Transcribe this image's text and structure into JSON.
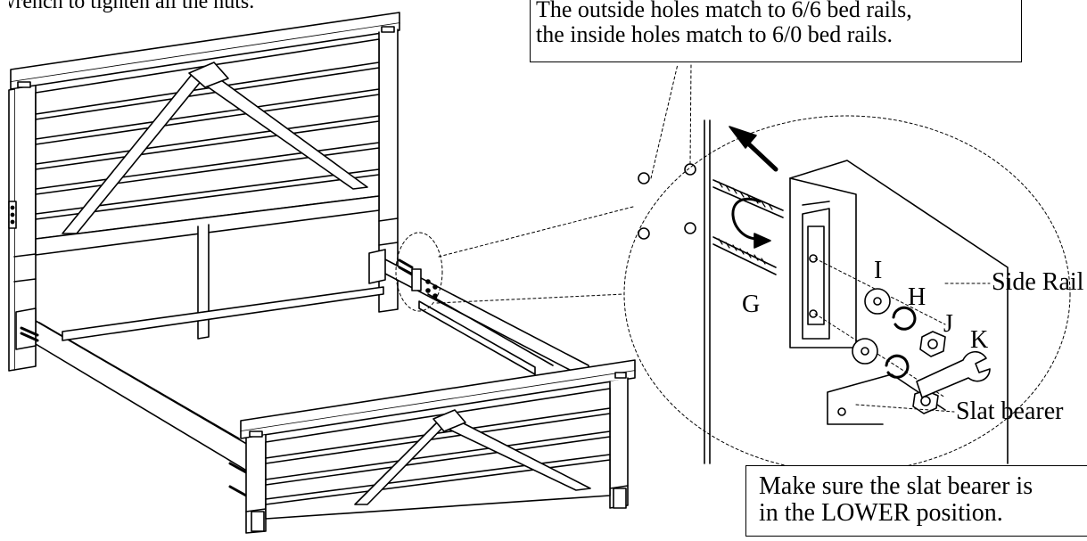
{
  "top_left_fragment": "wrench to tighten all the nuts.",
  "callout_top": {
    "line1": "The outside holes match to 6/6 bed rails,",
    "line2": "the inside holes match to 6/0 bed rails."
  },
  "callout_bottom": {
    "line1": "Make sure the slat bearer is",
    "line2": "in the LOWER position."
  },
  "parts": {
    "side_rail": "Side Rail",
    "slat_bearer": "Slat bearer",
    "bolt": "G",
    "washer": "I",
    "lock_washer": "H",
    "nut": "J",
    "wrench": "K"
  },
  "colors": {
    "ink": "#000000",
    "paper": "#ffffff"
  }
}
